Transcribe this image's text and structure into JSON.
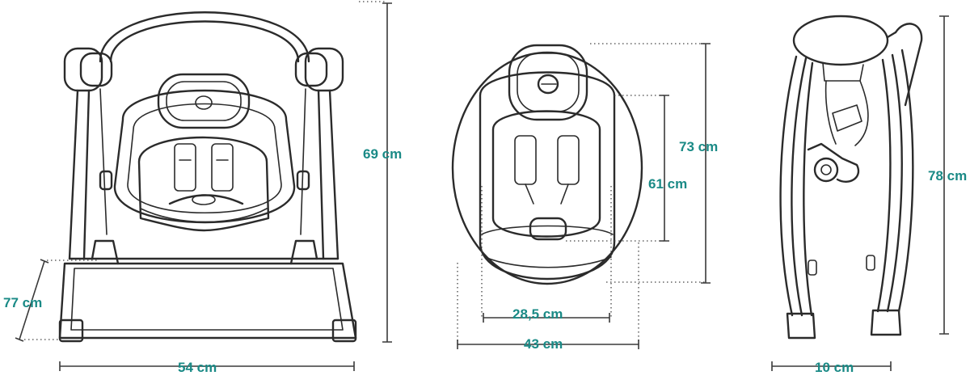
{
  "accent_color": "#1a8a86",
  "line_color": "#2b2b2b",
  "labels": {
    "front_height": "69 cm",
    "front_width": "54 cm",
    "front_depth": "77 cm",
    "seat_outer_height": "73 cm",
    "seat_inner_height": "61 cm",
    "seat_inner_width": "28,5 cm",
    "seat_outer_width": "43 cm",
    "folded_height": "78 cm",
    "folded_depth": "10 cm"
  }
}
